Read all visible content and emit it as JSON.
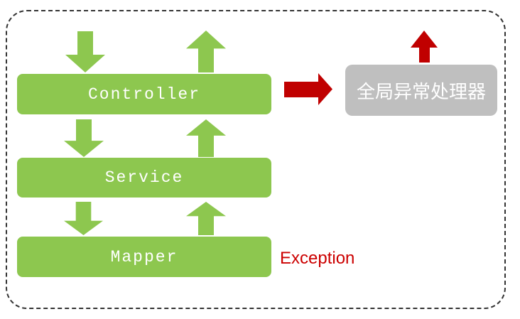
{
  "diagram": {
    "layers": [
      {
        "id": "controller",
        "label": "Controller"
      },
      {
        "id": "service",
        "label": "Service"
      },
      {
        "id": "mapper",
        "label": "Mapper"
      }
    ],
    "handler": {
      "label": "全局异常处理器"
    },
    "exception_text": "Exception",
    "icons": {
      "green_flow_arrows": [
        "down-arrow",
        "up-arrow",
        "down-arrow",
        "up-arrow",
        "down-arrow",
        "up-arrow"
      ],
      "red_arrows": [
        "right-arrow",
        "up-arrow"
      ]
    },
    "colors": {
      "layer_green": "#8dc74f",
      "handler_gray": "#bfbfbf",
      "arrow_red": "#c00000",
      "exception_text_red": "#cc0000",
      "boundary_border": "#333333",
      "label_text": "#ffffff"
    }
  }
}
